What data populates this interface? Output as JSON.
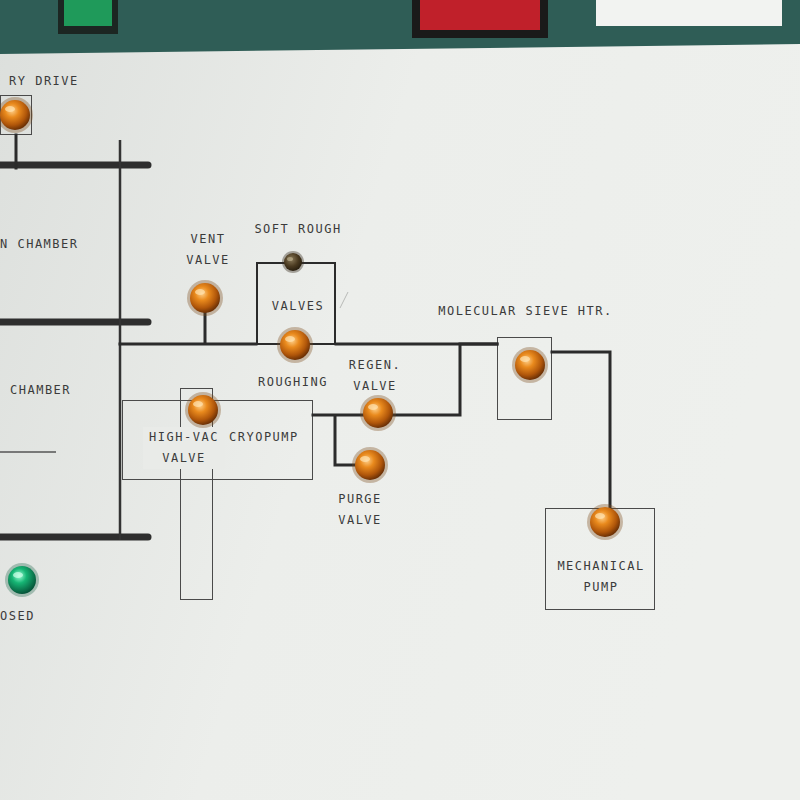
{
  "diagram": {
    "nodes": [
      {
        "text": [
          "RY DRIVE"
        ]
      },
      {
        "text": [
          "N CHAMBER"
        ]
      },
      {
        "text": [
          "CHAMBER"
        ]
      },
      {
        "text": [
          "SOFT ROUGH",
          "VALVES"
        ]
      },
      {
        "text": [
          "MOLECULAR SIEVE HTR."
        ]
      },
      {
        "text": [
          "HIGH-VAC VALVE"
        ]
      },
      {
        "text": [
          "CRYOPUMP"
        ]
      },
      {
        "text": [
          "MECHANICAL PUMP"
        ]
      }
    ],
    "edges": [
      {
        "from": 0,
        "to": 1,
        "arrow": "none"
      },
      {
        "from": 2,
        "to": 3,
        "arrow": "none"
      },
      {
        "from": 3,
        "to": 4,
        "arrow": "none"
      },
      {
        "from": 6,
        "to": 4,
        "arrow": "none"
      },
      {
        "from": 4,
        "to": 7,
        "arrow": "none"
      }
    ],
    "labels": [
      "VENT VALVE",
      "ROUGHING",
      "REGEN. VALVE",
      "PURGE VALVE",
      "OSED"
    ]
  }
}
